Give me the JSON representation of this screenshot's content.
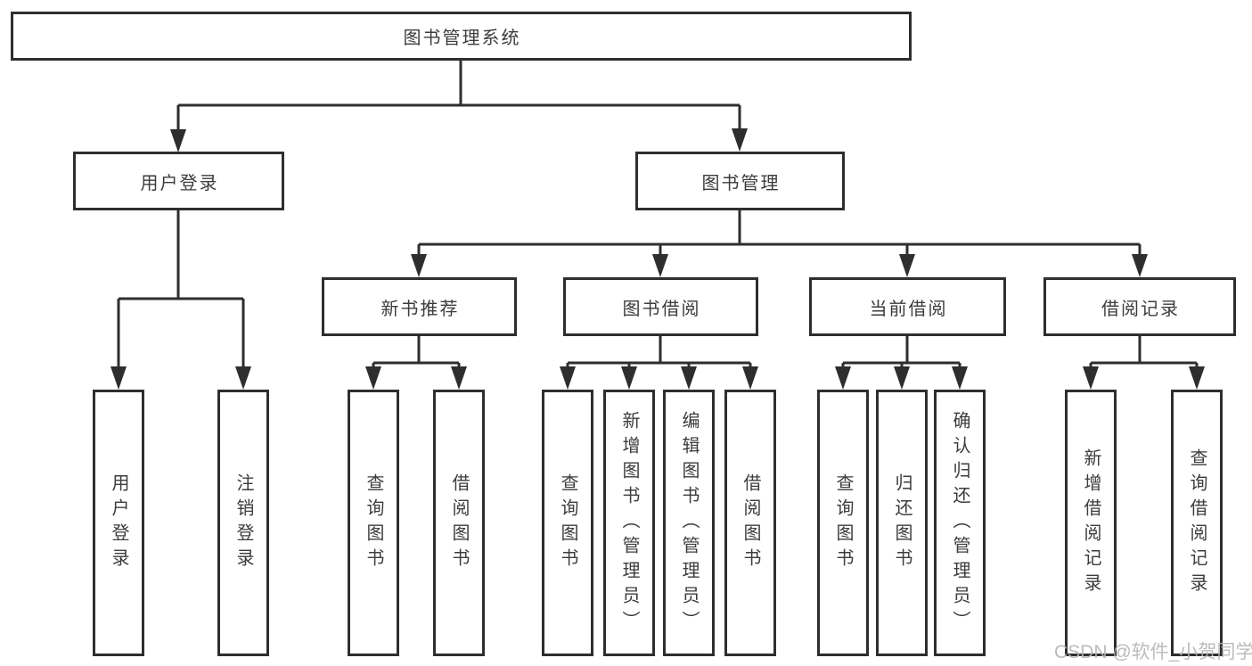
{
  "diagram": {
    "root": {
      "label": "图书管理系统"
    },
    "branches": [
      {
        "label": "用户登录",
        "children": [
          "用户登录",
          "注销登录"
        ]
      },
      {
        "label": "图书管理",
        "sections": [
          {
            "label": "新书推荐",
            "children": [
              "查询图书",
              "借阅图书"
            ]
          },
          {
            "label": "图书借阅",
            "children": [
              "查询图书",
              "新增图书（管理员）",
              "编辑图书（管理员）",
              "借阅图书"
            ]
          },
          {
            "label": "当前借阅",
            "children": [
              "查询图书",
              "归还图书",
              "确认归还（管理员）"
            ]
          },
          {
            "label": "借阅记录",
            "children": [
              "新增借阅记录",
              "查询借阅记录"
            ]
          }
        ]
      }
    ],
    "line_color": "#2e2e2e",
    "watermark": "CSDN @软件_小贺同学"
  }
}
